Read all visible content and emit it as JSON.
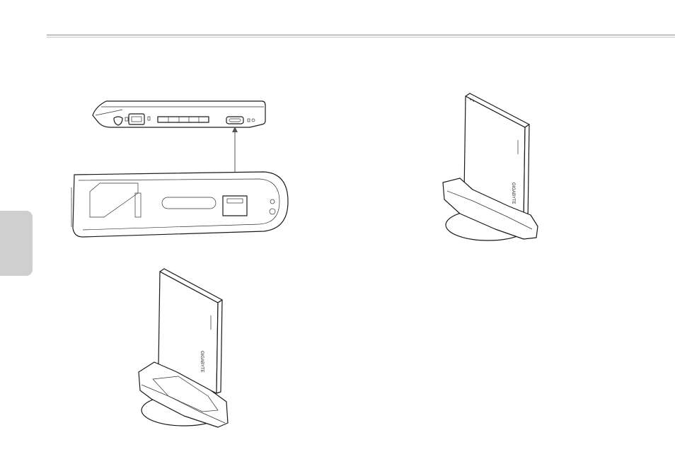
{
  "page": {
    "side_tab_color": "#cfcfcf",
    "rule_color": "#8a8a8a"
  },
  "figures": {
    "connector_diagram": {
      "icon": "notebook-side-view-and-dock-base"
    },
    "dock_front": {
      "icon": "notebook-in-dock-front"
    },
    "dock_rear": {
      "icon": "notebook-in-dock-rear"
    }
  },
  "brand_mark": "GIGABYTE"
}
